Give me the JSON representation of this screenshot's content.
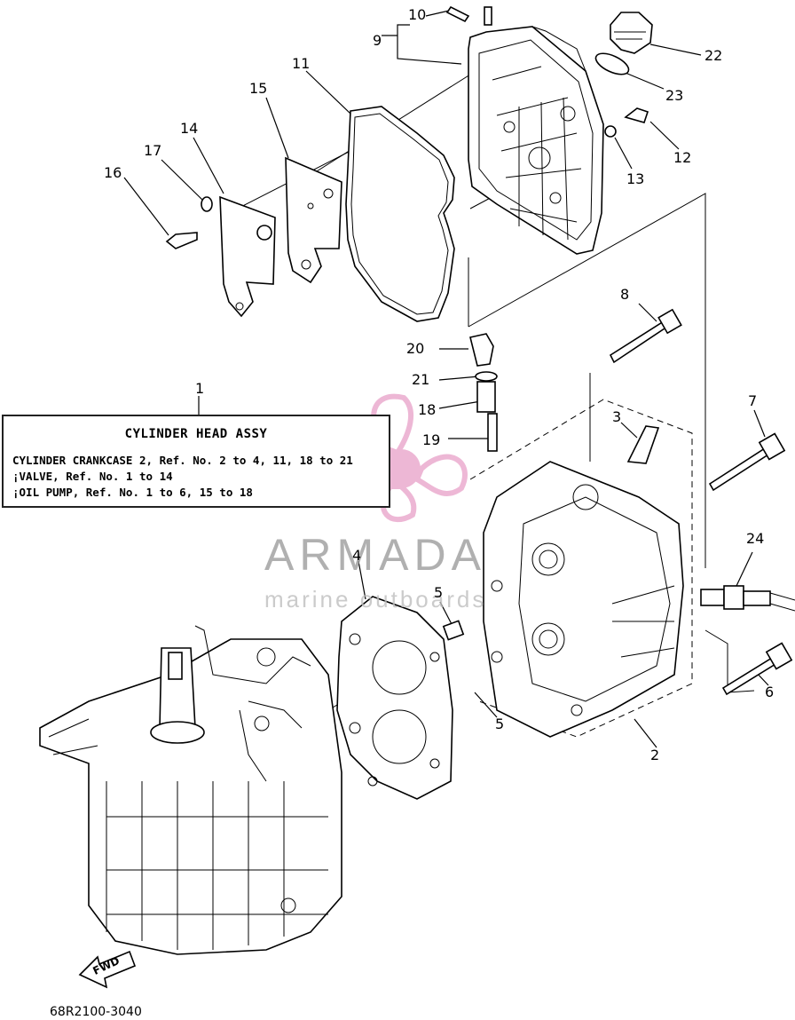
{
  "legend": {
    "title": "CYLINDER HEAD ASSY",
    "lines": [
      "CYLINDER CRANKCASE 2, Ref. No. 2 to 4, 11, 18 to 21",
      "¡VALVE,  Ref. No. 1 to 14",
      "¡OIL PUMP,  Ref. No. 1 to 6, 15 to 18"
    ]
  },
  "callouts": {
    "c1": "1",
    "c2": "2",
    "c3": "3",
    "c4": "4",
    "c5a": "5",
    "c5b": "5",
    "c6": "6",
    "c7": "7",
    "c8": "8",
    "c9": "9",
    "c10": "10",
    "c11": "11",
    "c12": "12",
    "c13": "13",
    "c14": "14",
    "c15": "15",
    "c16": "16",
    "c17": "17",
    "c18": "18",
    "c19": "19",
    "c20": "20",
    "c21": "21",
    "c22": "22",
    "c23": "23",
    "c24": "24"
  },
  "fwd_label": "FWD",
  "diagram_code": "68R2100-3040",
  "watermark": {
    "brand": "ARMADA",
    "tagline": "marine outboards",
    "logo_color": "#e8a0c8"
  }
}
